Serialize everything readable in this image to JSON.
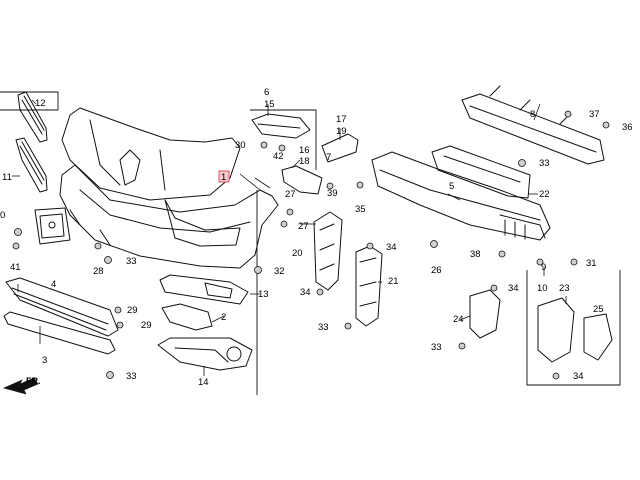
{
  "labels": {
    "p0": "0",
    "p1": "1",
    "p2": "2",
    "p3": "3",
    "p4": "4",
    "p5": "5",
    "p6": "6",
    "p7": "7",
    "p8": "8",
    "p9": "9",
    "p10": "10",
    "p11": "11",
    "p12": "12",
    "p13": "13",
    "p14": "14",
    "p15": "15",
    "p16": "16",
    "p17": "17",
    "p18": "18",
    "p19": "19",
    "p20": "20",
    "p21": "21",
    "p22": "22",
    "p23": "23",
    "p24": "24",
    "p25": "25",
    "p26": "26",
    "p27": "27",
    "p28": "28",
    "p29": "29",
    "p30": "30",
    "p31": "31",
    "p32": "32",
    "p33": "33",
    "p34": "34",
    "p35": "35",
    "p36": "36",
    "p37": "37",
    "p38": "38",
    "p39": "39",
    "p41": "41",
    "p42": "42"
  },
  "direction_label": "FR.",
  "highlight_color": "#f6c9cf"
}
